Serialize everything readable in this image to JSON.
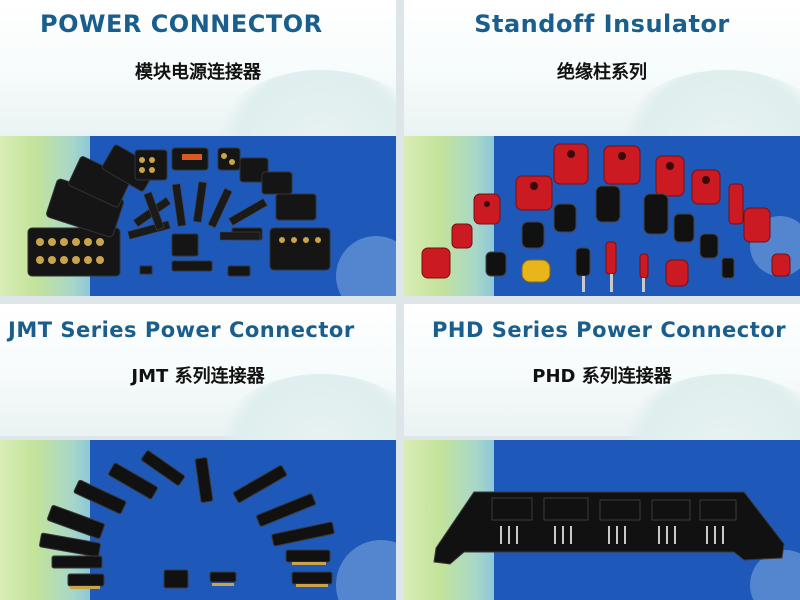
{
  "cards": [
    {
      "title": "POWER CONNECTOR",
      "subtitle": "模块电源连接器"
    },
    {
      "title": "Standoff Insulator",
      "subtitle": "绝缘柱系列"
    },
    {
      "title": "JMT Series Power Connector",
      "subtitle": "JMT 系列连接器"
    },
    {
      "title": "PHD Series Power Connector",
      "subtitle": "PHD 系列连接器"
    }
  ],
  "colors": {
    "title": "#1a5e8e",
    "subtitle": "#111111",
    "photo_bg": "#1e58b8",
    "part_black": "#111111",
    "part_red": "#cc1a22",
    "part_yellow": "#e8b51a",
    "pin_gold": "#c9a44a"
  }
}
